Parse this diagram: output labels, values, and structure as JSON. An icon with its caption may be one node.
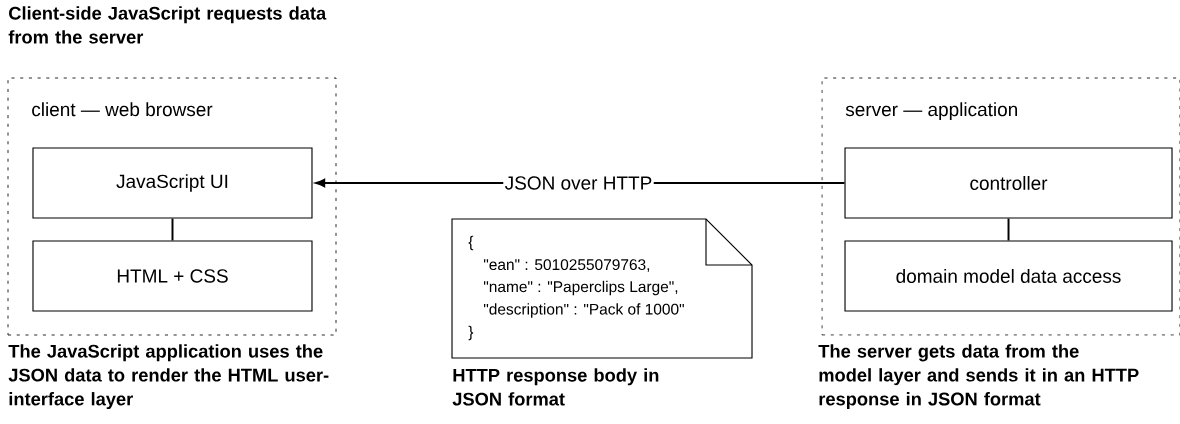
{
  "diagram": {
    "nodes": [
      {
        "text": [
          "client — web browser"
        ],
        "beside": [
          "Client-side JavaScript requests data from the server",
          "The JavaScript application uses the JSON data to render the HTML user-interface layer"
        ]
      },
      {
        "text": [
          "JavaScript UI"
        ],
        "in": 0
      },
      {
        "text": [
          "HTML + CSS"
        ],
        "in": 0
      },
      {
        "text": [
          "{",
          "\"ean\" : 5010255079763,",
          "\"name\" : \"Paperclips Large\",",
          "\"description\" : \"Pack of 1000\"",
          "}"
        ],
        "beside": [
          "HTTP response body in JSON format"
        ]
      },
      {
        "text": [
          "server — application"
        ],
        "beside": [
          "The server gets data from the model layer and sends it in an HTTP response in JSON format"
        ]
      },
      {
        "text": [
          "controller"
        ],
        "in": 4
      },
      {
        "text": [
          "domain model data access"
        ],
        "in": 4
      }
    ],
    "edges": [
      {
        "from": 5,
        "to": 1,
        "arrow": "to",
        "label": "JSON over HTTP"
      },
      {
        "from": 1,
        "to": 2,
        "arrow": "none"
      },
      {
        "from": 5,
        "to": 6,
        "arrow": "none"
      }
    ]
  }
}
